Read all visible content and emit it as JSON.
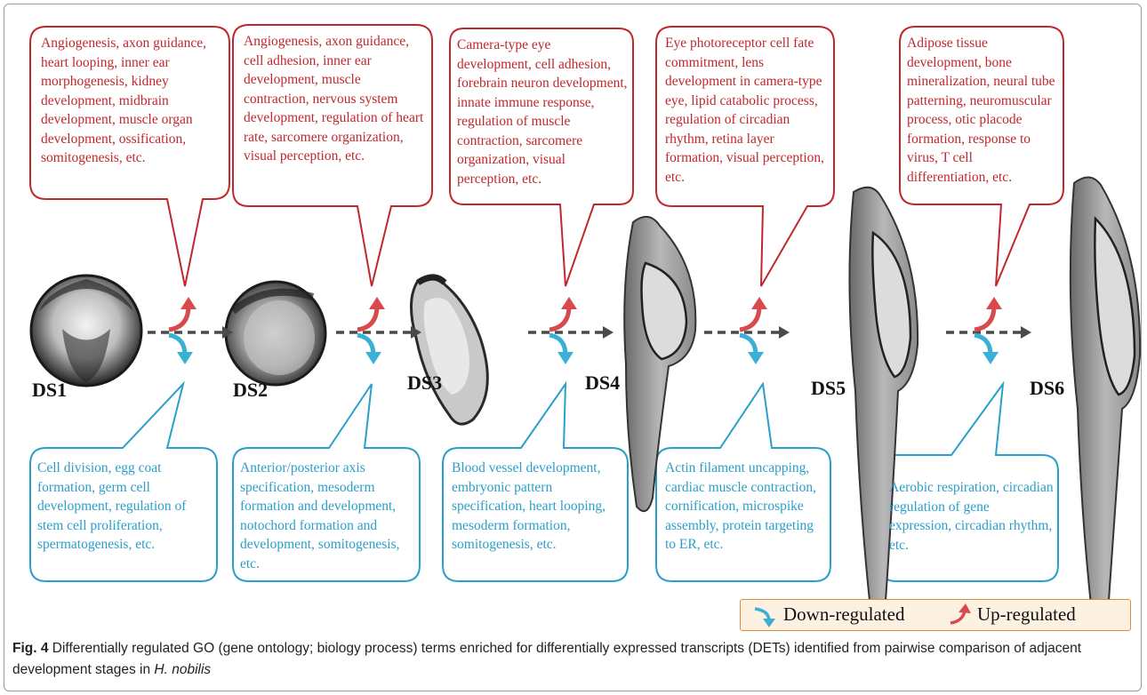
{
  "stages": [
    "DS1",
    "DS2",
    "DS3",
    "DS4",
    "DS5",
    "DS6"
  ],
  "up_terms": [
    "Angiogenesis, axon guidance, heart looping, inner ear morphogenesis, kidney development, midbrain development, muscle organ development, ossification, somitogenesis, etc.",
    "Angiogenesis, axon guidance, cell adhesion, inner ear development, muscle contraction, nervous system development, regulation of heart rate, sarcomere organization, visual perception, etc.",
    "Camera-type eye development, cell adhesion, forebrain neuron development, innate immune response, regulation of muscle contraction, sarcomere organization, visual perception, etc.",
    "Eye photoreceptor cell fate commitment, lens development in camera-type eye, lipid catabolic process, regulation of circadian rhythm, retina layer formation, visual perception, etc.",
    "Adipose tissue development, bone mineralization, neural tube patterning, neuromuscular process, otic placode formation, response to virus, T cell differentiation, etc."
  ],
  "down_terms": [
    "Cell division, egg coat formation, germ cell development, regulation of stem cell proliferation, spermatogenesis, etc.",
    "Anterior/posterior axis specification, mesoderm formation and development, notochord formation and development, somitogenesis, etc.",
    "Blood vessel development, embryonic pattern specification, heart looping, mesoderm formation, somitogenesis, etc.",
    "Actin filament uncapping, cardiac muscle contraction, cornification, microspike assembly, protein targeting to ER, etc.",
    "Aerobic respiration, circadian regulation of gene expression, circadian rhythm, etc."
  ],
  "legend": {
    "down_label": "Down-regulated",
    "up_label": "Up-regulated"
  },
  "caption": {
    "label": "Fig. 4",
    "text": " Differentially regulated GO (gene ontology; biology process) terms enriched for differentially expressed transcripts (DETs) identified from pairwise comparison of adjacent development stages in ",
    "species": "H. nobilis"
  },
  "colors": {
    "up": "#c0282d",
    "down": "#2a9fc9",
    "arrow": "#4a4a4a",
    "legend_border": "#e08a3c",
    "legend_fill": "#fdf2e2"
  }
}
